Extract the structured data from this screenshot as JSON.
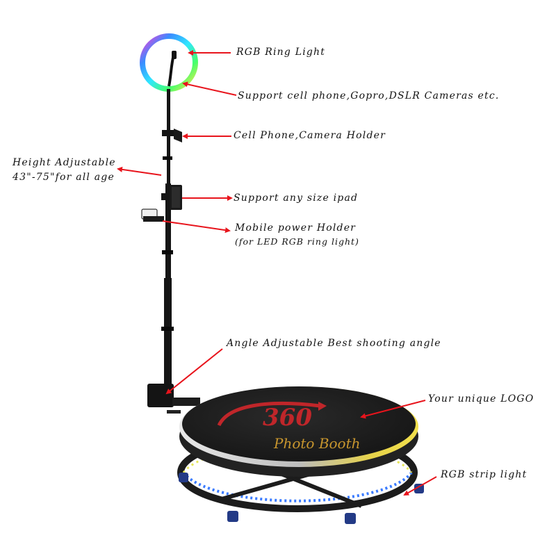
{
  "annotations": {
    "ring_light": "RGB Ring Light",
    "cameras": "Support cell phone,Gopro,DSLR Cameras etc.",
    "phone_holder": "Cell Phone,Camera Holder",
    "height_line1": "Height Adjustable",
    "height_line2": "43\"-75\"for all age",
    "ipad": "Support any size ipad",
    "power_line1": "Mobile power Holder",
    "power_line2": "(for LED RGB ring light)",
    "angle": "Angle Adjustable Best shooting angle",
    "logo": "Your unique LOGO",
    "strip": "RGB strip light"
  },
  "platform_logo": {
    "number": "360",
    "script": "Photo Booth"
  },
  "colors": {
    "arrow": "#e8141c",
    "pole": "#151515",
    "platform_top": "#1b1b1b",
    "platform_rim": "#c9c9c9",
    "logo_red": "#c0262a",
    "logo_gold": "#c8962e"
  }
}
